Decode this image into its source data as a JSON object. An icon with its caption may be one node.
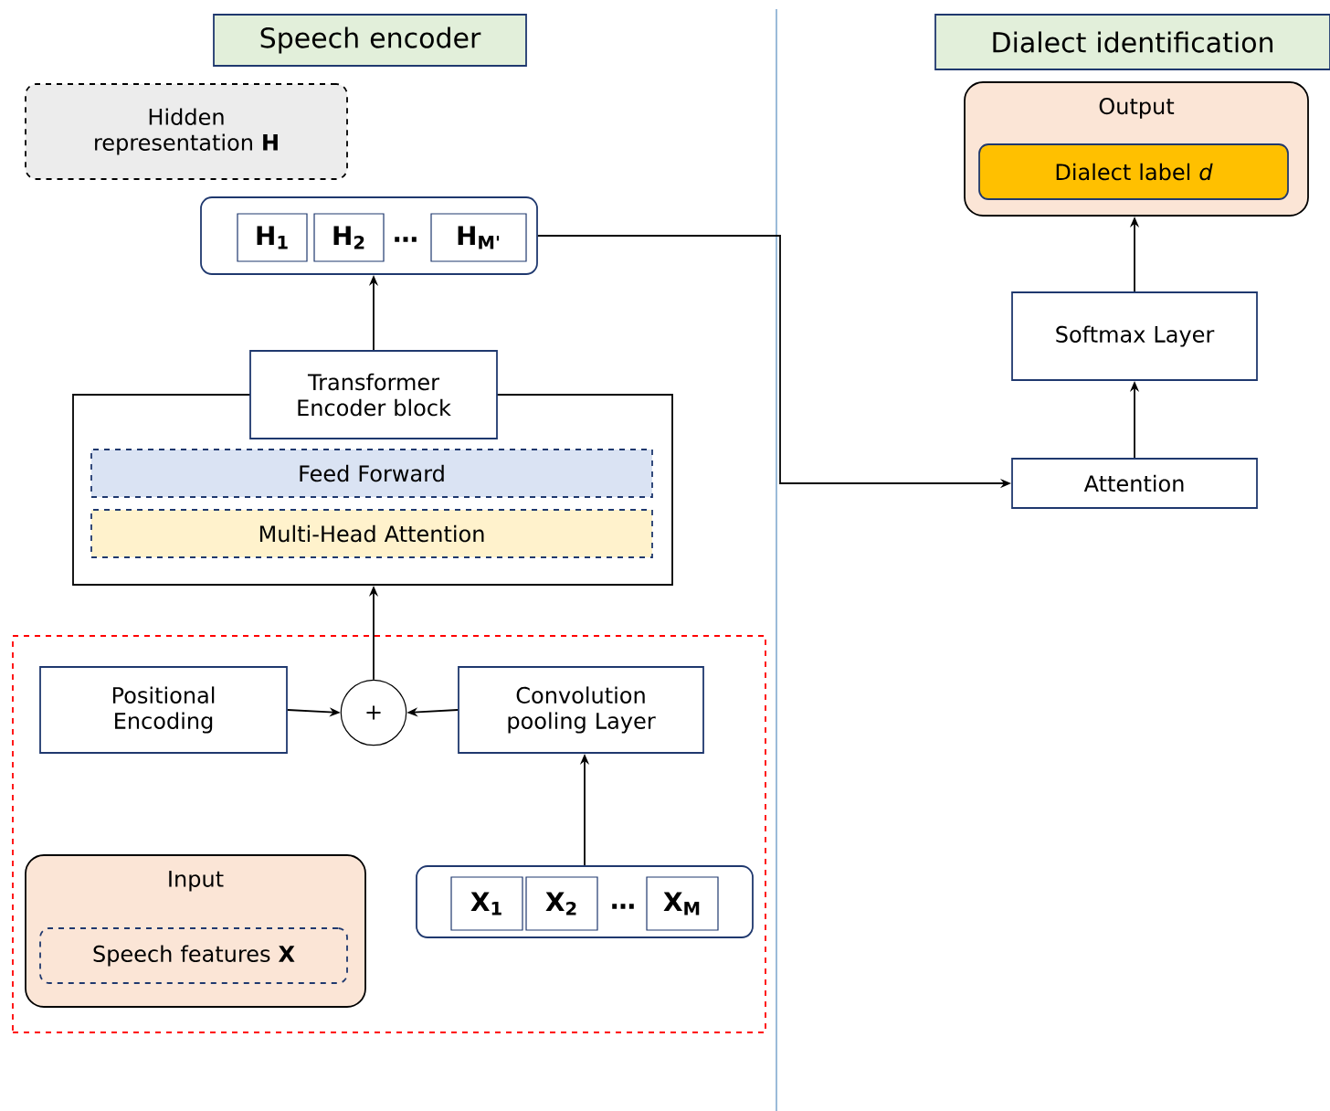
{
  "diagram": {
    "nodes": [
      {
        "text": [
          "Speech encoder"
        ]
      },
      {
        "text": [
          "Hidden representation **H**"
        ]
      },
      {
        "text": [
          "…"
        ]
      },
      {
        "text": [
          "**H**$_{1}$"
        ],
        "in": 2
      },
      {
        "text": [
          "**H**$_{2}$"
        ],
        "in": 2
      },
      {
        "text": [
          "**H**$_{M'}$"
        ],
        "in": 2
      },
      {
        "text": [],
        "shape": "box"
      },
      {
        "text": [
          "Transformer Encoder block"
        ]
      },
      {
        "text": [
          "Feed Forward"
        ],
        "in": 6
      },
      {
        "text": [
          "Multi-Head Attention"
        ],
        "in": 6
      },
      {
        "text": [],
        "shape": "box"
      },
      {
        "text": [
          "Positional Encoding"
        ],
        "in": 10
      },
      {
        "text": [
          "+"
        ],
        "in": 10
      },
      {
        "text": [
          "Convolution pooling Layer"
        ],
        "in": 10
      },
      {
        "text": [
          "Input"
        ],
        "in": 10
      },
      {
        "text": [
          "Speech features **X**"
        ],
        "in": 14
      },
      {
        "text": [
          "…"
        ],
        "in": 10
      },
      {
        "text": [
          "**X**$_{1}$"
        ],
        "in": 16
      },
      {
        "text": [
          "**X**$_{2}$"
        ],
        "in": 16
      },
      {
        "text": [
          "**X**$_{M}$"
        ],
        "in": 16
      },
      {
        "text": [
          "Dialect identification"
        ]
      },
      {
        "text": [
          "Output"
        ]
      },
      {
        "text": [
          "Dialect label *d*"
        ],
        "in": 21
      },
      {
        "text": [
          "Softmax Layer"
        ]
      },
      {
        "text": [
          "Attention"
        ]
      }
    ],
    "edges": [
      {
        "from": 11,
        "to": 12,
        "arrow": "to"
      },
      {
        "from": 13,
        "to": 12,
        "arrow": "to"
      },
      {
        "from": 12,
        "to": 6,
        "arrow": "to"
      },
      {
        "from": 7,
        "to": 2,
        "arrow": "to"
      },
      {
        "from": 16,
        "to": 13,
        "arrow": "to"
      },
      {
        "from": 2,
        "to": 24,
        "arrow": "to"
      },
      {
        "from": 24,
        "to": 23,
        "arrow": "to"
      },
      {
        "from": 23,
        "to": 21,
        "arrow": "to"
      }
    ]
  }
}
